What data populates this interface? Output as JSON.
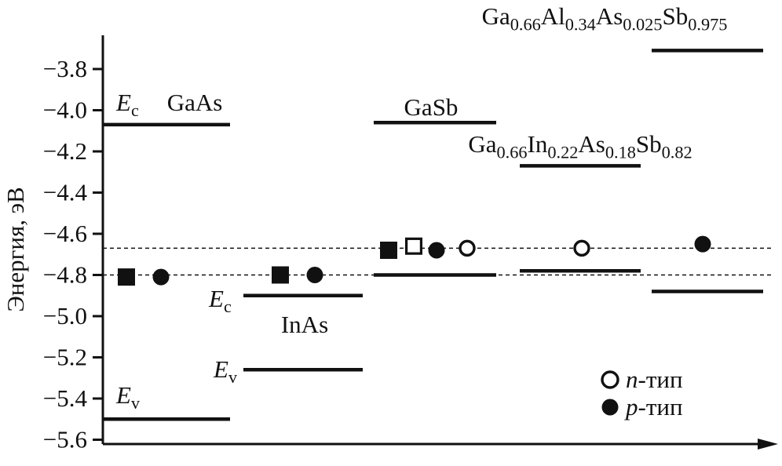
{
  "figure": {
    "description": "Band-edge energy diagram for GaAs, InAs, GaSb and quaternary alloys with n-type and p-type data points"
  },
  "chart_data": {
    "type": "scatter",
    "title": "",
    "xlabel": "",
    "ylabel": "Энергия, эВ",
    "ylim": [
      -5.68,
      -3.62
    ],
    "yticks": [
      -3.8,
      -4.0,
      -4.2,
      -4.4,
      -4.6,
      -4.8,
      -5.0,
      -5.2,
      -5.4,
      -5.6
    ],
    "grid": false,
    "legend_position": "lower right",
    "colors": {
      "ink": "#111111",
      "background": "#ffffff"
    },
    "fermi_levels": [
      {
        "E": -4.67,
        "x0": 131,
        "x1": 985
      },
      {
        "E": -4.8,
        "x0": 131,
        "x1": 985
      }
    ],
    "materials": [
      {
        "formula": "GaAs",
        "Ec": -4.07,
        "Ev": -5.5,
        "x0": 131,
        "x1": 293,
        "name_pos": {
          "x": 248,
          "y": 141
        },
        "edge_labels": [
          {
            "sym": "E",
            "sub": "c",
            "x": 148,
            "y": 141
          },
          {
            "sym": "E",
            "sub": "v",
            "x": 148,
            "y": 514
          }
        ]
      },
      {
        "formula": "InAs",
        "Ec": -4.9,
        "Ev": -5.26,
        "x0": 310,
        "x1": 462,
        "name_pos": {
          "x": 388,
          "y": 424
        },
        "edge_labels": [
          {
            "sym": "E",
            "sub": "c",
            "x": 266,
            "y": 391
          },
          {
            "sym": "E",
            "sub": "v",
            "x": 272,
            "y": 481
          }
        ]
      },
      {
        "formula": "GaSb",
        "Ec": -4.06,
        "Ev": -4.8,
        "x0": 476,
        "x1": 632,
        "name_pos": {
          "x": 549,
          "y": 147
        },
        "edge_labels": []
      },
      {
        "formula": "Ga_{0.66}In_{0.22}As_{0.18}Sb_{0.82}",
        "Ec": -4.27,
        "Ev": -4.78,
        "x0": 662,
        "x1": 816,
        "name_pos": {
          "x": 739,
          "y": 194
        },
        "edge_labels": []
      },
      {
        "formula": "Ga_{0.66}Al_{0.34}As_{0.025}Sb_{0.975}",
        "Ec": -3.71,
        "Ev": -4.88,
        "x0": 830,
        "x1": 972,
        "name_pos": {
          "x": 770,
          "y": 31
        },
        "edge_labels": []
      }
    ],
    "markers": [
      {
        "shape": "square-filled",
        "x": 161,
        "E": -4.81
      },
      {
        "shape": "circle-filled",
        "x": 205,
        "E": -4.81
      },
      {
        "shape": "square-filled",
        "x": 357,
        "E": -4.8
      },
      {
        "shape": "circle-filled",
        "x": 401,
        "E": -4.8
      },
      {
        "shape": "square-filled",
        "x": 495,
        "E": -4.68
      },
      {
        "shape": "square-open",
        "x": 527,
        "E": -4.66
      },
      {
        "shape": "circle-filled",
        "x": 556,
        "E": -4.68
      },
      {
        "shape": "circle-open",
        "x": 595,
        "E": -4.67
      },
      {
        "shape": "circle-open",
        "x": 741,
        "E": -4.67
      },
      {
        "shape": "circle-filled",
        "x": 895,
        "E": -4.65
      }
    ],
    "legend": {
      "x": 777,
      "row_y": [
        484,
        519
      ],
      "items": [
        {
          "marker": "circle-open",
          "prefix": "n",
          "rest": "-тип"
        },
        {
          "marker": "circle-filled",
          "prefix": "p",
          "rest": "-тип"
        }
      ]
    }
  }
}
